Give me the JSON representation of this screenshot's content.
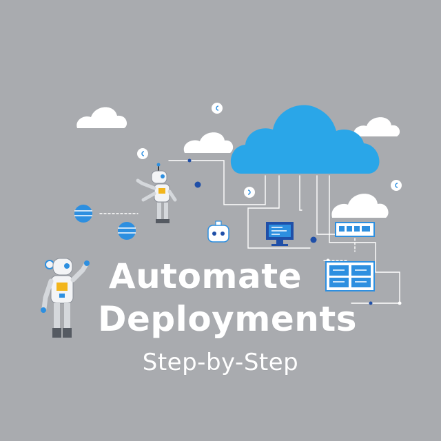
{
  "headline": {
    "line1": "Automate",
    "line2": "Deployments",
    "subtitle": "Step-by-Step"
  },
  "colors": {
    "background": "#a9abaf",
    "cloud_primary": "#2aa6e8",
    "cloud_white": "#ffffff",
    "accent_navy": "#1f4fa8",
    "accent_blue": "#2d8fe0",
    "robot_body": "#f3f4f6",
    "robot_accent": "#f2b51c",
    "line": "#ffffff"
  },
  "icons": [
    "cloud-icon",
    "robot-icon",
    "database-icon",
    "monitor-icon",
    "chatbot-icon",
    "dashboard-icon",
    "network-node-icon"
  ]
}
